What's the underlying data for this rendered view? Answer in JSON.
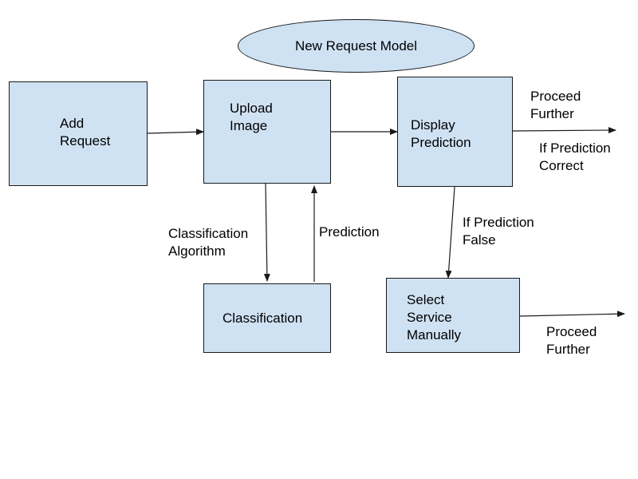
{
  "colors": {
    "node_fill": "#cfe2f3",
    "stroke": "#1a1a1a",
    "background": "#ffffff"
  },
  "title": "New Request Model",
  "nodes": {
    "add_request": "Add\nRequest",
    "upload_image": "Upload\nImage",
    "display_prediction": "Display\nPrediction",
    "classification": "Classification",
    "select_service": "Select\nService\nManually"
  },
  "edge_labels": {
    "proceed_further_top": "Proceed\nFurther",
    "if_prediction_correct": "If Prediction\nCorrect",
    "classification_algorithm": "Classification\nAlgorithm",
    "prediction": "Prediction",
    "if_prediction_false": "If Prediction\nFalse",
    "proceed_further_bottom": "Proceed\nFurther"
  }
}
